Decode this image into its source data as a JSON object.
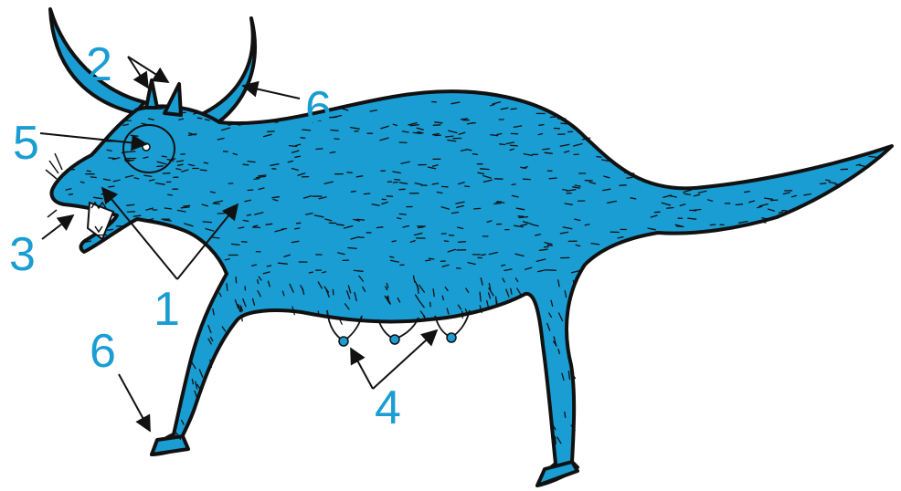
{
  "colors": {
    "body": "#1a9dd3",
    "outline": "#111111",
    "label": "#1a9dd3"
  },
  "labels": {
    "body": "1",
    "small_horns": "2",
    "teeth": "3",
    "teats": "4",
    "eye": "5",
    "horns_hooves_top": "6",
    "horns_hooves_bottom": "6"
  }
}
